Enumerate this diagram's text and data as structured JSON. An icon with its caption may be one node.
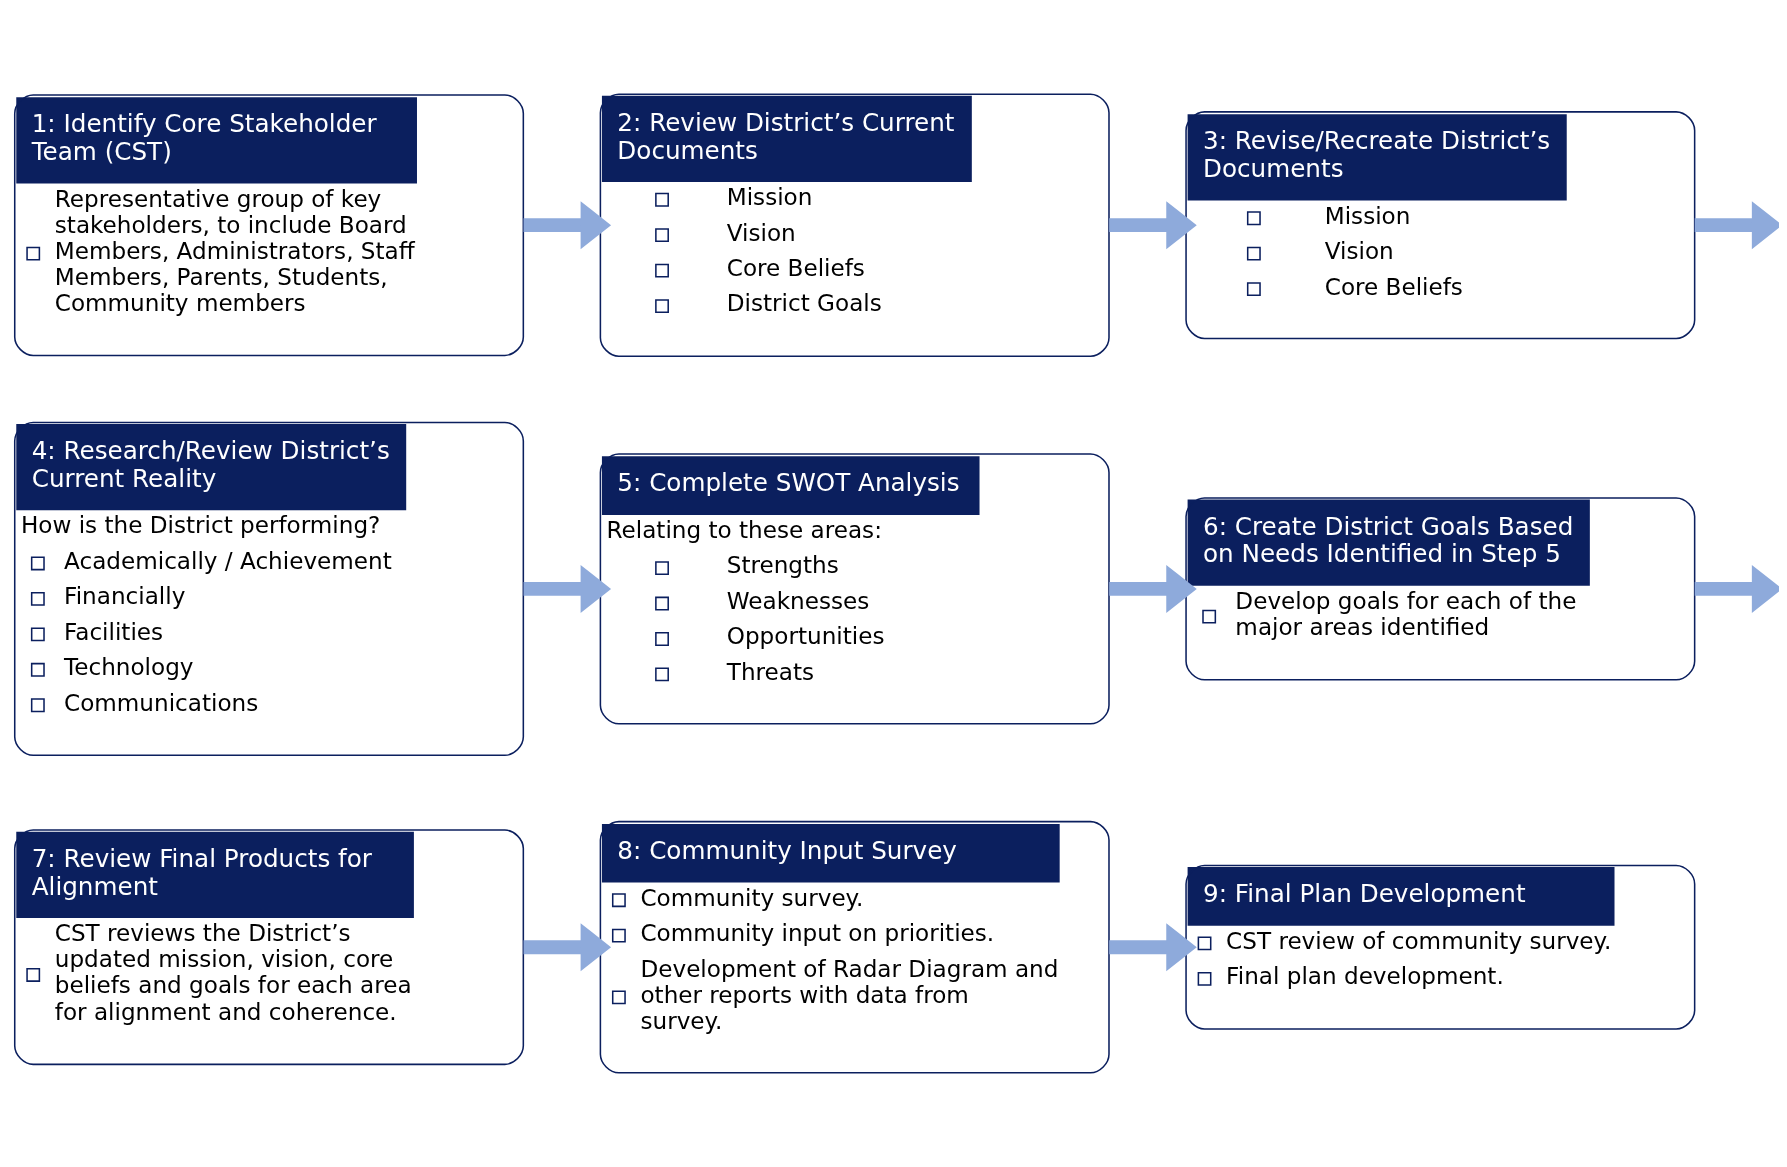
{
  "diagram": {
    "nodes": [
      {
        "text": [
          "1: Identify Core Stakeholder Team (CST)",
          "Representative group of key stakeholders, to include Board Members, Administrators, Staff Members, Parents, Students, Community members"
        ]
      },
      {
        "text": [
          "2: Review District’s Current Documents",
          "Mission",
          "Vision",
          "Core Beliefs",
          "District Goals"
        ]
      },
      {
        "text": [
          "3: Revise/Recreate District’s Documents",
          "Mission",
          "Vision",
          "Core Beliefs"
        ]
      },
      {
        "text": [
          "4: Research/Review District’s Current Reality",
          "How is the District performing?",
          "Academically / Achievement",
          "Financially",
          "Facilities",
          "Technology",
          "Communications"
        ]
      },
      {
        "text": [
          "5: Complete SWOT Analysis",
          "Relating to these areas:",
          "Strengths",
          "Weaknesses",
          "Opportunities",
          "Threats"
        ]
      },
      {
        "text": [
          "6: Create District Goals Based on Needs Identified in Step 5",
          "Develop goals for each of the major areas identified"
        ]
      },
      {
        "text": [
          "7: Review Final Products for Alignment",
          "CST reviews the District’s updated mission, vision, core beliefs and goals for each area for alignment and coherence."
        ]
      },
      {
        "text": [
          "8: Community Input Survey",
          "Community survey.",
          "Community input on priorities.",
          "Development of Radar Diagram and other reports with data from survey."
        ]
      },
      {
        "text": [
          "9: Final Plan Development",
          "CST review of community survey.",
          "Final plan development."
        ]
      }
    ],
    "edges": [
      {
        "from": 0,
        "to": 1,
        "arrow": "to"
      },
      {
        "from": 1,
        "to": 2,
        "arrow": "to"
      },
      {
        "from": 2,
        "to": null,
        "arrow": "to"
      },
      {
        "from": 3,
        "to": 4,
        "arrow": "to"
      },
      {
        "from": 4,
        "to": 5,
        "arrow": "to"
      },
      {
        "from": 5,
        "to": null,
        "arrow": "to"
      },
      {
        "from": 6,
        "to": 7,
        "arrow": "to"
      },
      {
        "from": 7,
        "to": 8,
        "arrow": "to"
      }
    ]
  }
}
